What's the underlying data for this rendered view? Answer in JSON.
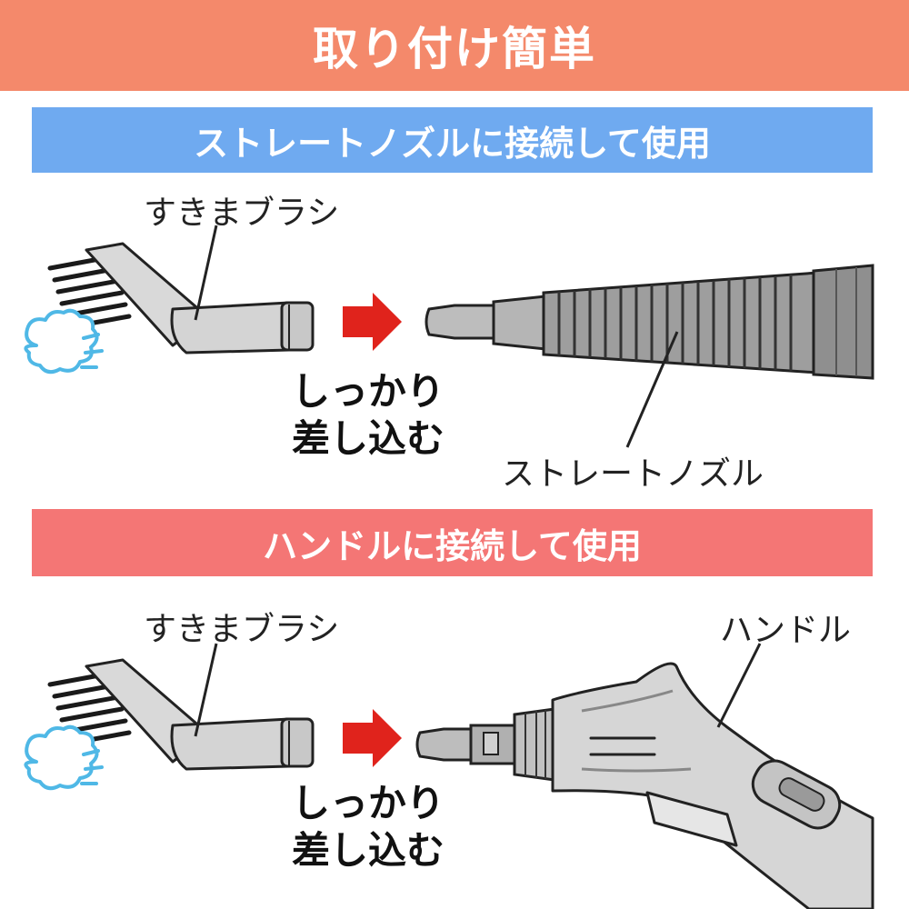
{
  "title": "取り付け簡単",
  "sections": [
    {
      "heading": "ストレートノズルに接続して使用",
      "brush_label": "すきまブラシ",
      "instruction_line1": "しっかり",
      "instruction_line2": "差し込む",
      "target_label": "ストレートノズル"
    },
    {
      "heading": "ハンドルに接続して使用",
      "brush_label": "すきまブラシ",
      "instruction_line1": "しっかり",
      "instruction_line2": "差し込む",
      "target_label": "ハンドル"
    }
  ],
  "colors": {
    "title_bg": "#f4896b",
    "band_blue": "#6faaf0",
    "band_red": "#f47675",
    "arrow": "#e0231c",
    "steam": "#4fb8e6",
    "part_gray": "#cfcfcf"
  },
  "icons": [
    "steam-icon",
    "arrow-right-icon"
  ]
}
